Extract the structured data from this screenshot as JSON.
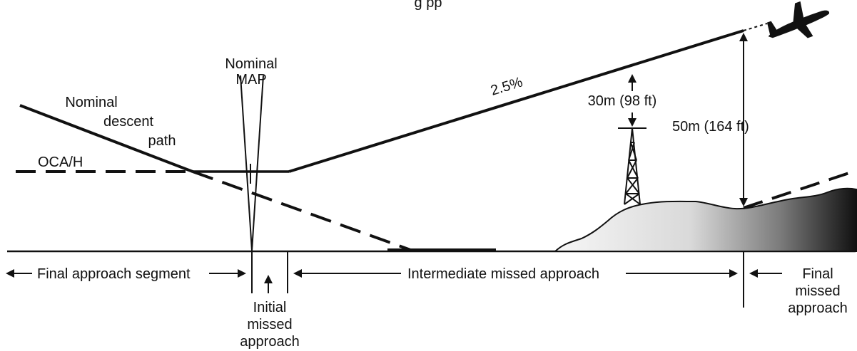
{
  "header": {
    "partial_title": "g                       pp"
  },
  "labels": {
    "nominal_map": [
      "Nominal",
      "MAP"
    ],
    "nominal_descent": [
      "Nominal",
      "descent",
      "path"
    ],
    "oca_h": "OCA/H",
    "climb_gradient": "2.5%",
    "obstacle_clearance": "30m (98 ft)",
    "height_margin": "50m (164 ft)",
    "final_approach_segment": "Final approach segment",
    "intermediate_missed_approach": "Intermediate missed approach",
    "initial_missed_approach": [
      "Initial",
      "missed",
      "approach"
    ],
    "final_missed_approach": [
      "Final",
      "missed",
      "approach"
    ]
  },
  "icons": {
    "aircraft": "airplane-icon",
    "obstacle": "radio-tower-icon",
    "terrain": "terrain-shape"
  },
  "colors": {
    "ink": "#111111",
    "terrain_light": "#f2f2f2",
    "terrain_dark": "#111111"
  }
}
